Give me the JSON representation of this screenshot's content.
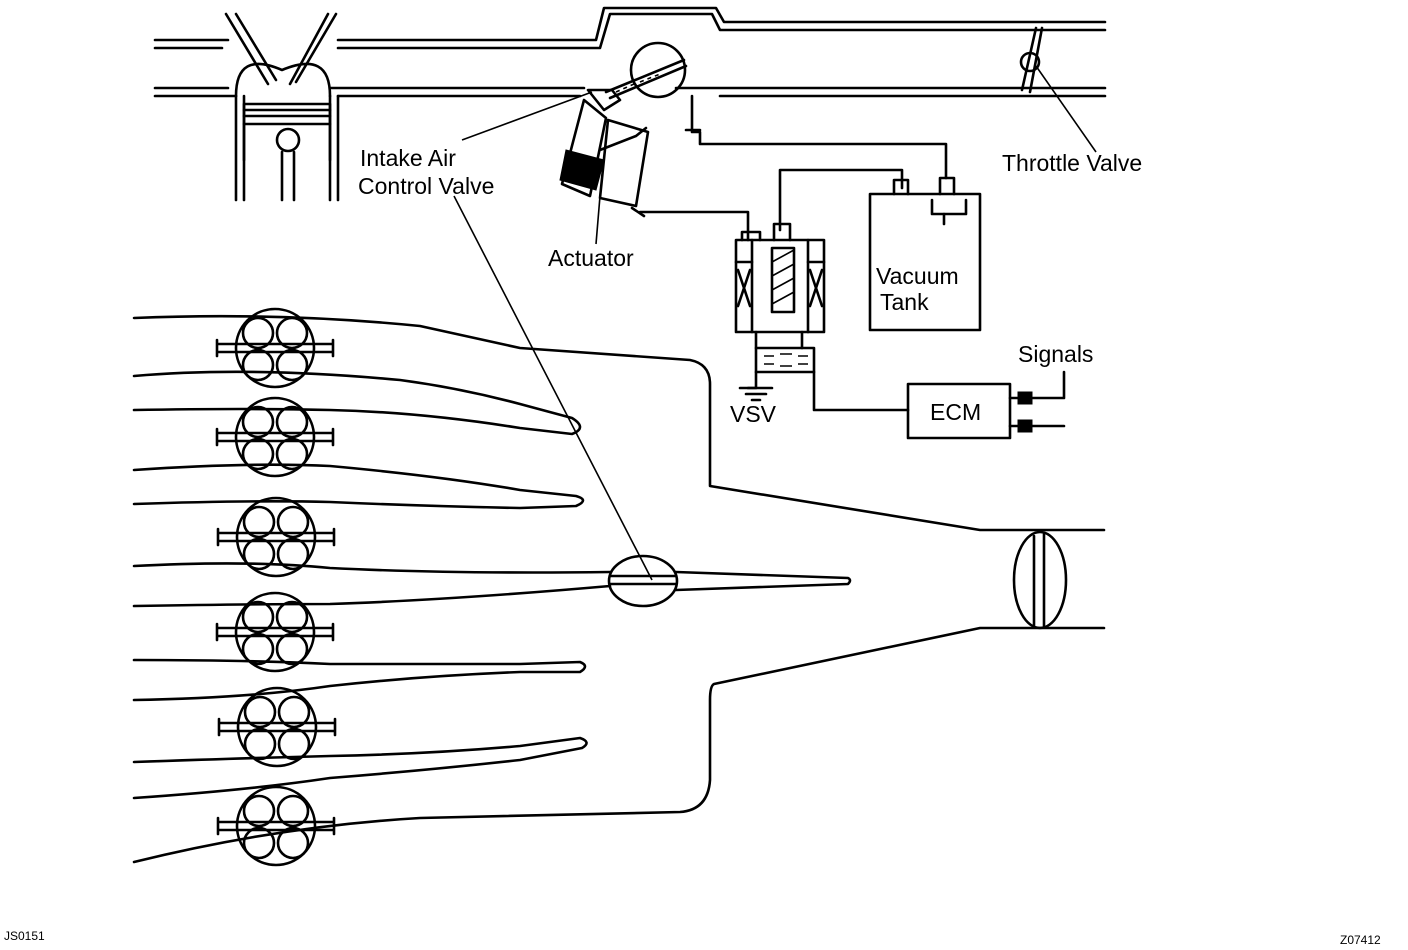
{
  "labels": {
    "intake_air_control_valve_line1": "Intake Air",
    "intake_air_control_valve_line2": "Control Valve",
    "actuator": "Actuator",
    "throttle_valve": "Throttle Valve",
    "vacuum_tank_line1": "Vacuum",
    "vacuum_tank_line2": "Tank",
    "signals": "Signals",
    "ecm": "ECM",
    "vsv": "VSV"
  },
  "codes": {
    "left": "JS0151",
    "right": "Z07412"
  },
  "colors": {
    "ink": "#000000",
    "background": "#ffffff"
  }
}
